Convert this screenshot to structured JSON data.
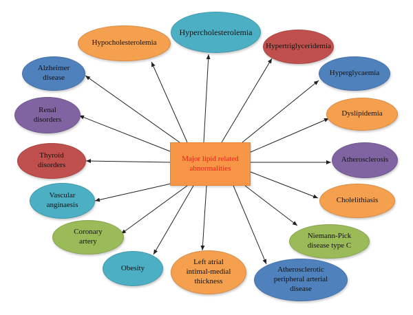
{
  "center": {
    "label": "Major lipid related\nabnormalities"
  },
  "nodes": [
    {
      "id": "hypocholesterolemia",
      "label": "Hypocholesterolemia"
    },
    {
      "id": "hypercholesterolemia",
      "label": "Hypercholesterolemia"
    },
    {
      "id": "hypertriglyceridemia",
      "label": "Hypertriglyceridemia"
    },
    {
      "id": "hyperglycaemia",
      "label": "Hyperglycaemia"
    },
    {
      "id": "dyslipidemia",
      "label": "Dyslipidemia"
    },
    {
      "id": "atherosclerosis",
      "label": "Atherosclerosis"
    },
    {
      "id": "cholelithiasis",
      "label": "Cholelithiasis"
    },
    {
      "id": "niemann-pick",
      "label": "Niemann-Pick\ndisease type C"
    },
    {
      "id": "atherosclerotic-pad",
      "label": "Atherosclerotic\nperipheral arterial\ndisease"
    },
    {
      "id": "left-atrial",
      "label": "Left atrial\nintimal-medial\nthickness"
    },
    {
      "id": "obesity",
      "label": "Obesity"
    },
    {
      "id": "coronary-artery",
      "label": "Coronary\nartery"
    },
    {
      "id": "vascular-anginaesis",
      "label": "Vascular\nanginaesis"
    },
    {
      "id": "thyroid-disorders",
      "label": "Thyroid\ndisorders"
    },
    {
      "id": "renal-disorders",
      "label": "Renal\ndisorders"
    },
    {
      "id": "alzheimer-disease",
      "label": "Alzheimer\ndisease"
    }
  ],
  "colors": {
    "orange": "#f5a04e",
    "cyan": "#4dafc4",
    "red": "#c0504d",
    "blue": "#4f81bd",
    "purple": "#8064a2",
    "green": "#9bbb59",
    "center_fill": "#f79646",
    "center_text": "#ee1c1c",
    "arrow": "#222222"
  }
}
